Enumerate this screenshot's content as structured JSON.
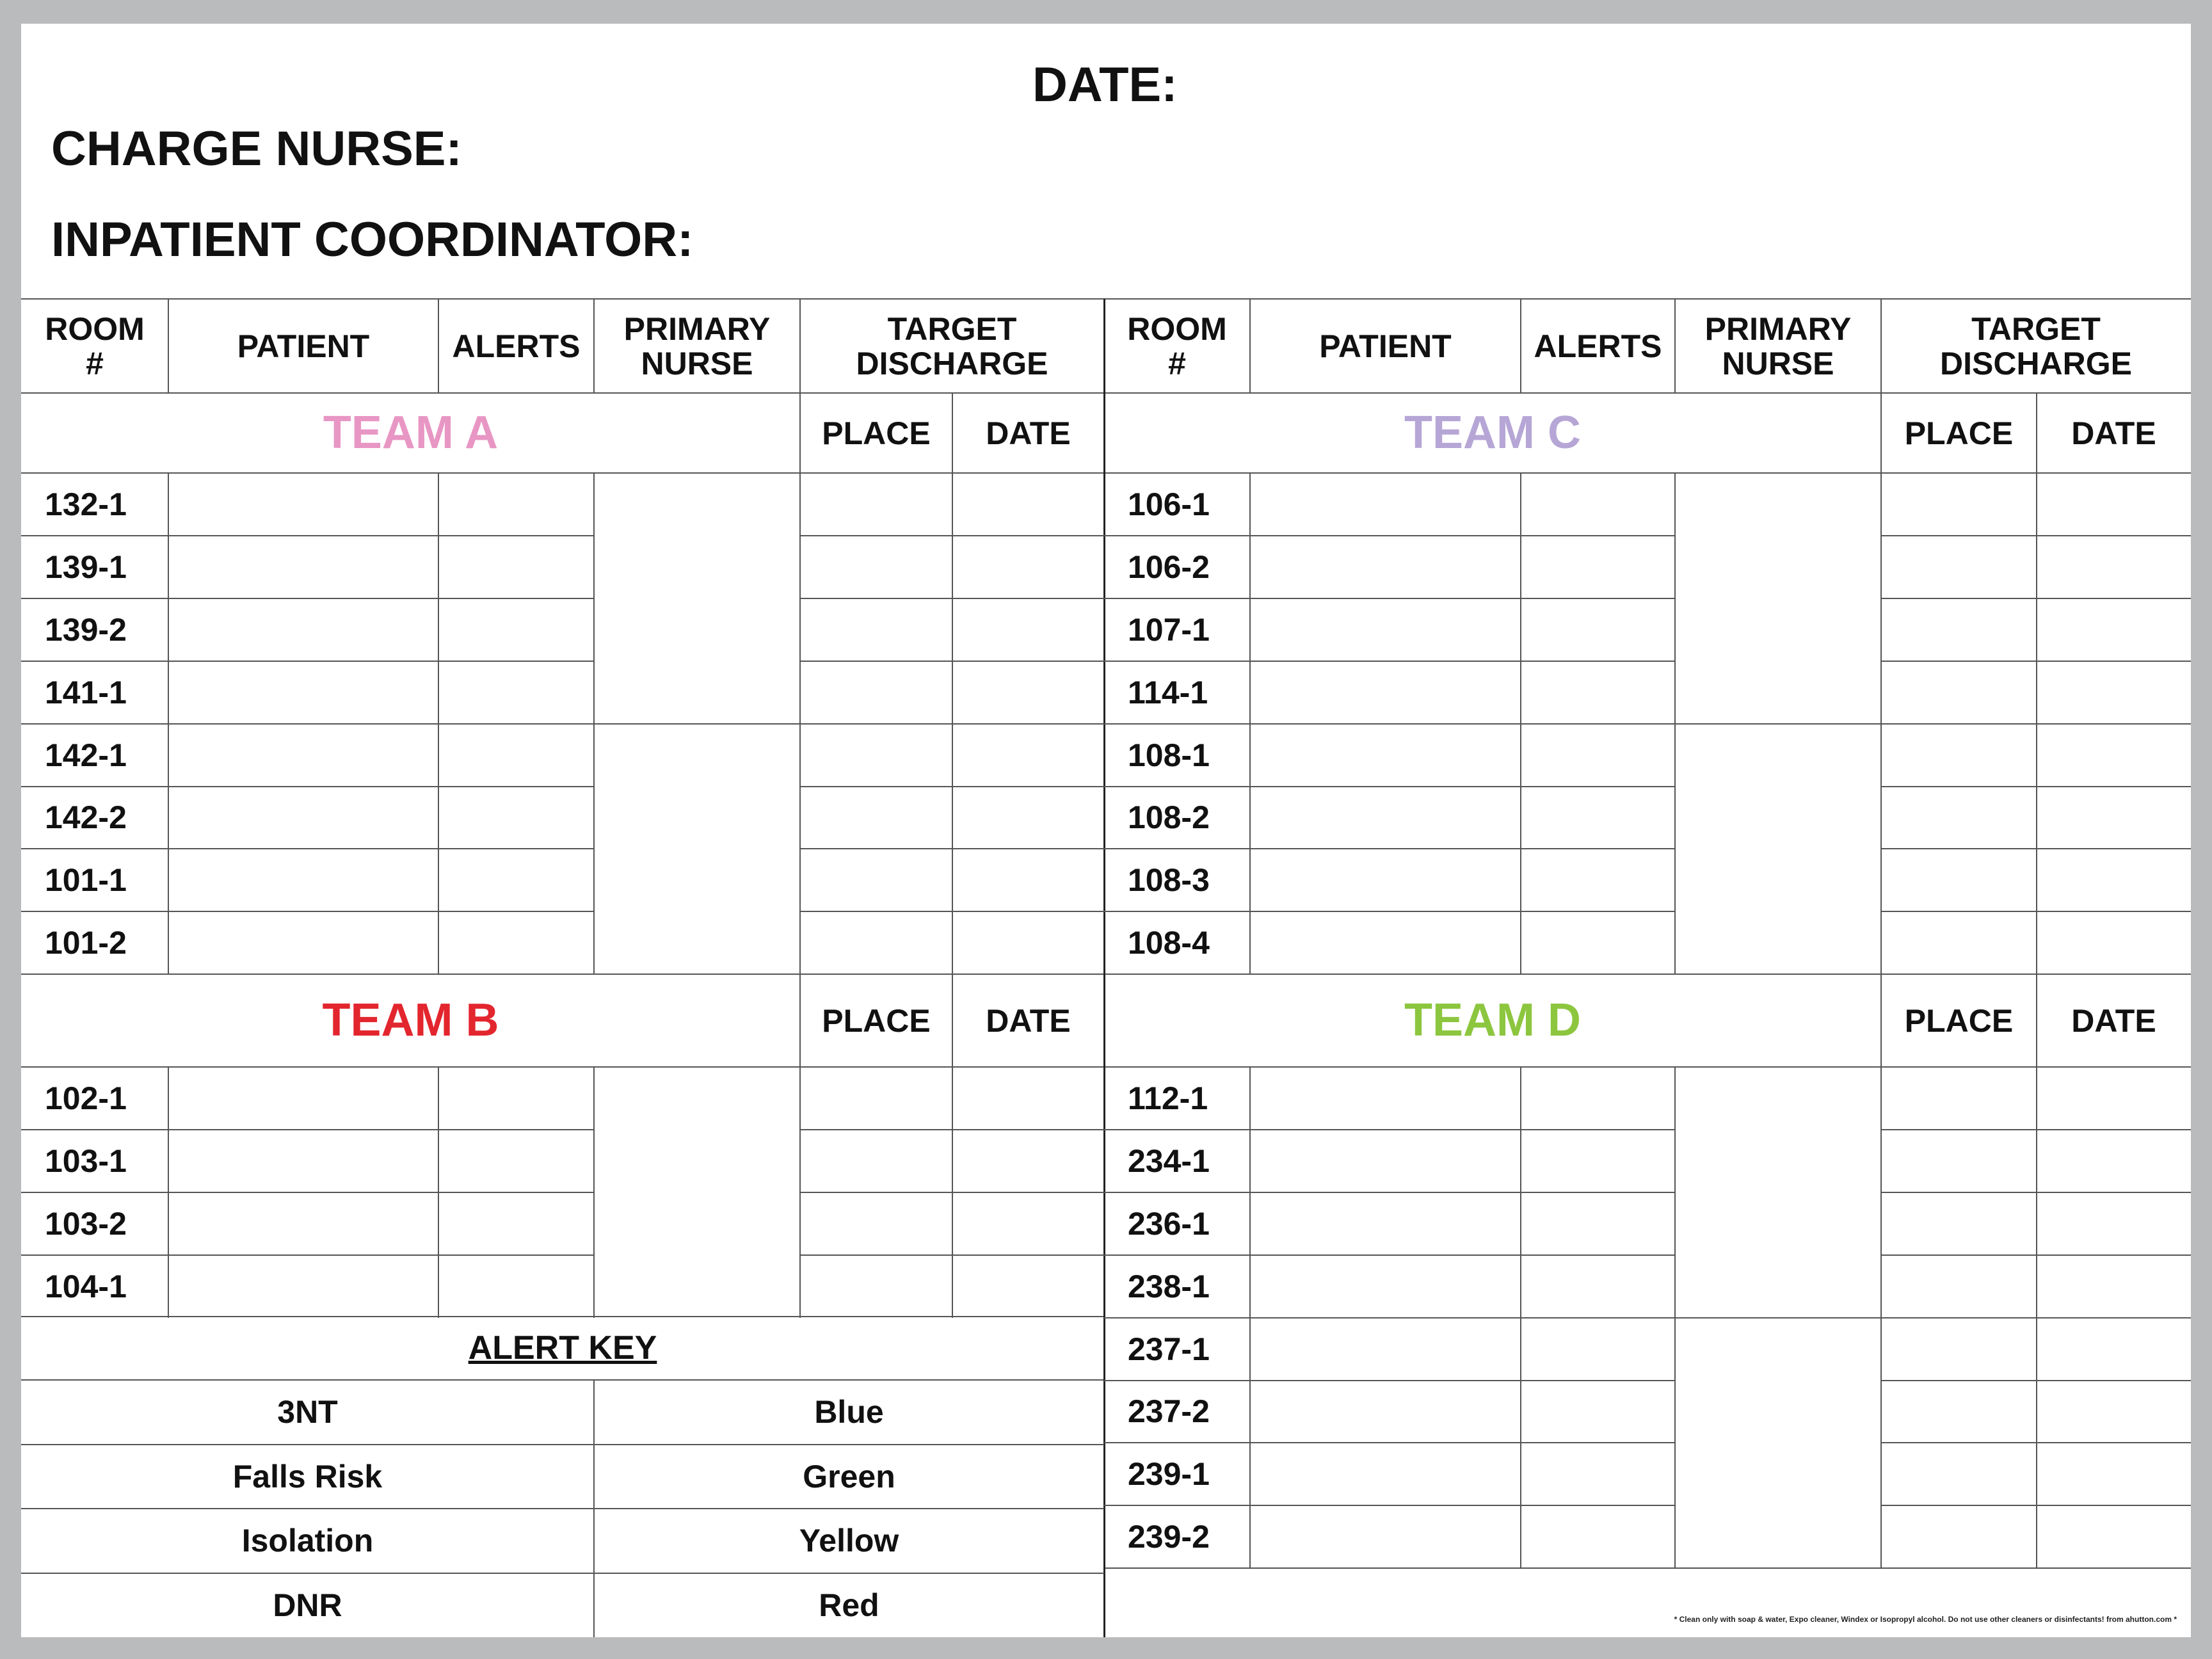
{
  "header": {
    "date_label": "DATE:",
    "charge_nurse_label": "CHARGE NURSE:",
    "inpatient_coordinator_label": "INPATIENT COORDINATOR:"
  },
  "columns": {
    "room": "ROOM\n#",
    "patient": "PATIENT",
    "alerts": "ALERTS",
    "primary_nurse": "PRIMARY\nNURSE",
    "target_discharge": "TARGET\nDISCHARGE",
    "place": "PLACE",
    "date": "DATE"
  },
  "teams": {
    "a": {
      "name": "TEAM A",
      "color": "#e896c4",
      "rooms": [
        "132-1",
        "139-1",
        "139-2",
        "141-1",
        "142-1",
        "142-2",
        "101-1",
        "101-2"
      ]
    },
    "b": {
      "name": "TEAM B",
      "color": "#e3262e",
      "rooms": [
        "102-1",
        "103-1",
        "103-2",
        "104-1"
      ]
    },
    "c": {
      "name": "TEAM C",
      "color": "#b6a6d6",
      "rooms": [
        "106-1",
        "106-2",
        "107-1",
        "114-1",
        "108-1",
        "108-2",
        "108-3",
        "108-4"
      ]
    },
    "d": {
      "name": "TEAM D",
      "color": "#8cc63f",
      "rooms": [
        "112-1",
        "234-1",
        "236-1",
        "238-1",
        "237-1",
        "237-2",
        "239-1",
        "239-2"
      ]
    }
  },
  "alert_key": {
    "title": "ALERT KEY",
    "items": [
      {
        "label": "3NT",
        "color": "Blue"
      },
      {
        "label": "Falls Risk",
        "color": "Green"
      },
      {
        "label": "Isolation",
        "color": "Yellow"
      },
      {
        "label": "DNR",
        "color": "Red"
      }
    ]
  },
  "disclaimer": "* Clean only with soap & water, Expo cleaner, Windex or Isopropyl alcohol.  Do not use other cleaners or disinfectants!   from ahutton.com *"
}
